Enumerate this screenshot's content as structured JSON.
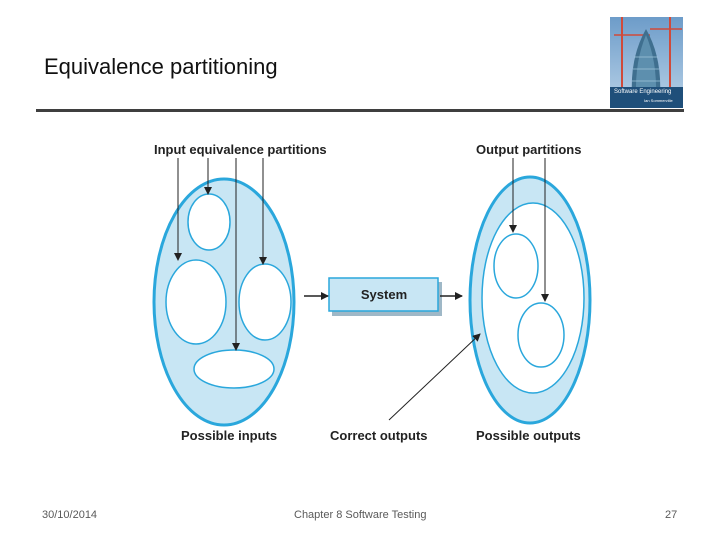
{
  "slide": {
    "title": "Equivalence partitioning"
  },
  "cover": {
    "title": "Software Engineering",
    "subtitle": "Ian Sommerville"
  },
  "diagram": {
    "input_partitions_label": "Input equivalence partitions",
    "output_partitions_label": "Output partitions",
    "system_label": "System",
    "possible_inputs_label": "Possible inputs",
    "correct_outputs_label": "Correct outputs",
    "possible_outputs_label": "Possible outputs",
    "colors": {
      "fill": "#c8e6f4",
      "stroke": "#2aa7dc",
      "partition_fill": "#ffffff",
      "arrow": "#222222"
    }
  },
  "footer": {
    "date": "30/10/2014",
    "chapter": "Chapter 8 Software Testing",
    "page_number": "27"
  }
}
